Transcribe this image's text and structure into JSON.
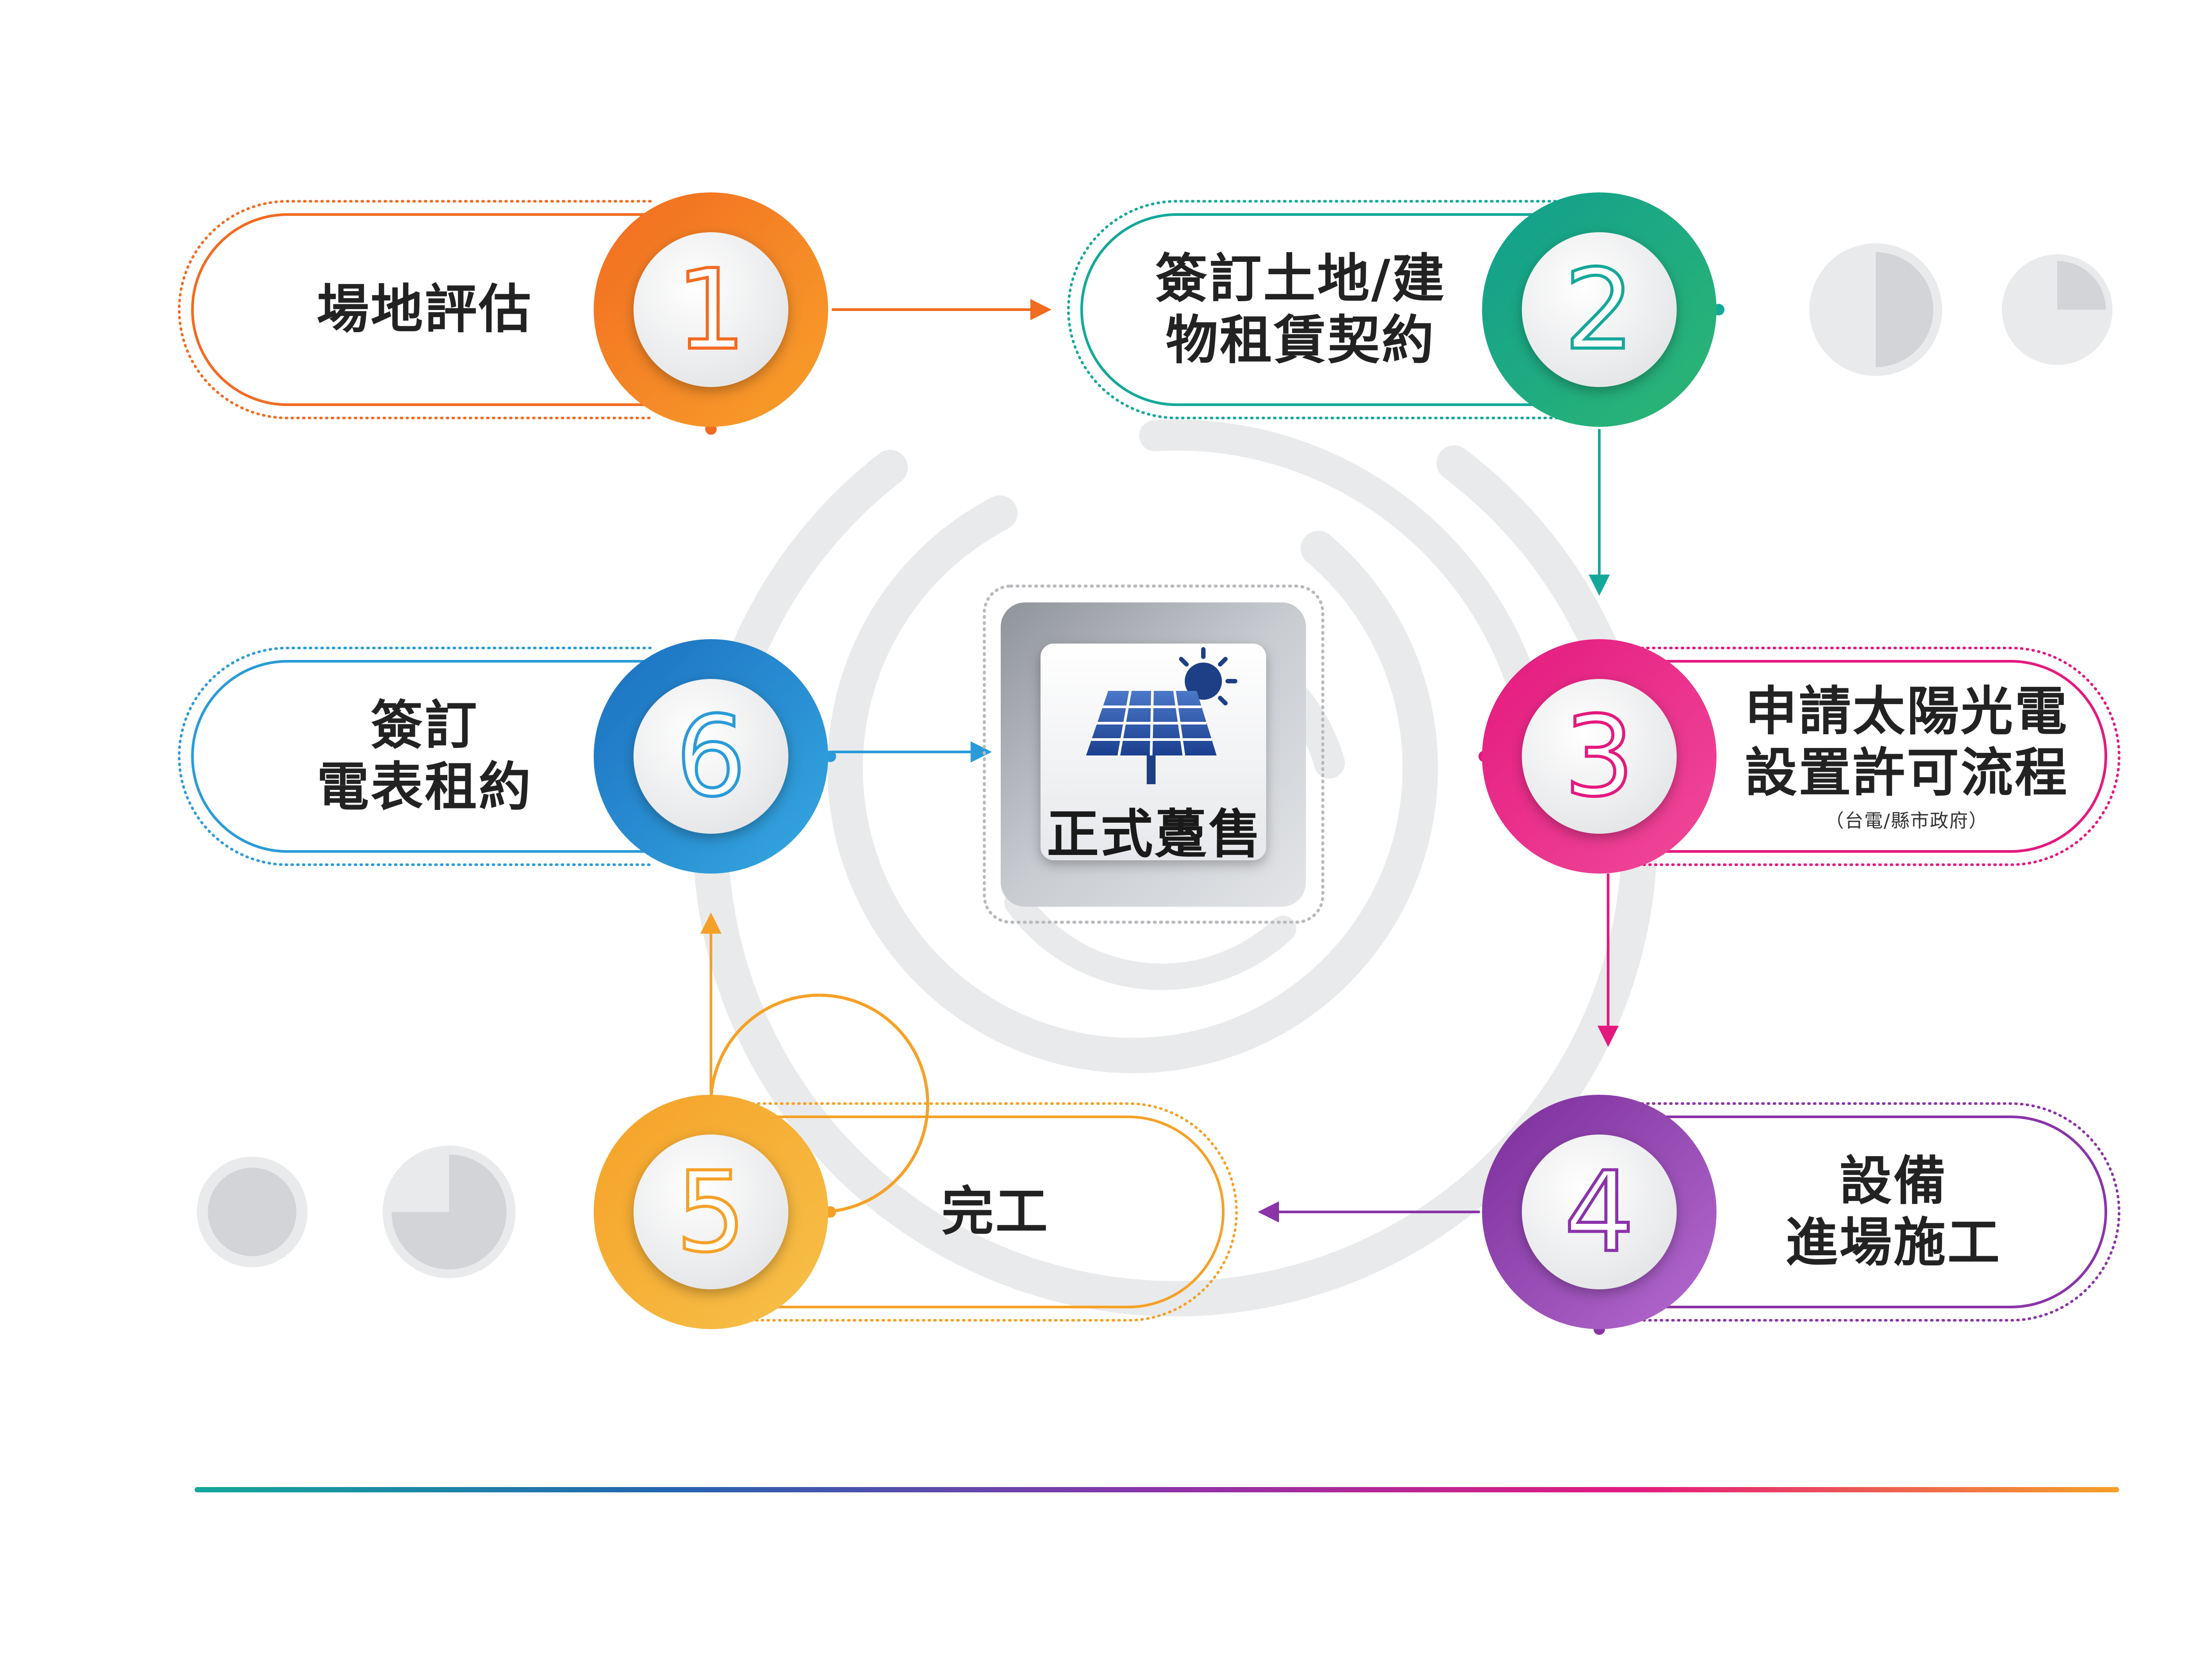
{
  "steps": [
    {
      "num": "1",
      "lines": [
        "場地評估"
      ]
    },
    {
      "num": "2",
      "lines": [
        "簽訂土地/建",
        "物租賃契約"
      ]
    },
    {
      "num": "3",
      "lines": [
        "申請太陽光電",
        "設置許可流程"
      ],
      "note": "（台電/縣市政府）"
    },
    {
      "num": "4",
      "lines": [
        "設備",
        "進場施工"
      ]
    },
    {
      "num": "5",
      "lines": [
        "完工"
      ]
    },
    {
      "num": "6",
      "lines": [
        "簽訂",
        "電表租約"
      ]
    }
  ],
  "center": {
    "title": "正式躉售",
    "icon": "solar-panel-icon"
  },
  "colors": {
    "step1": [
      "#f26b21",
      "#f7a12a"
    ],
    "step2": [
      "#109f8e",
      "#2db673"
    ],
    "step3": [
      "#e4197e",
      "#f04a9a"
    ],
    "step4": [
      "#7b2d9a",
      "#b46bd0"
    ],
    "step5": [
      "#f5a127",
      "#f7c14a"
    ],
    "step6": [
      "#1b6fc0",
      "#35a9e1"
    ],
    "background_arcs": "#e9eaeb",
    "center_tile": "#b3b6bb"
  }
}
